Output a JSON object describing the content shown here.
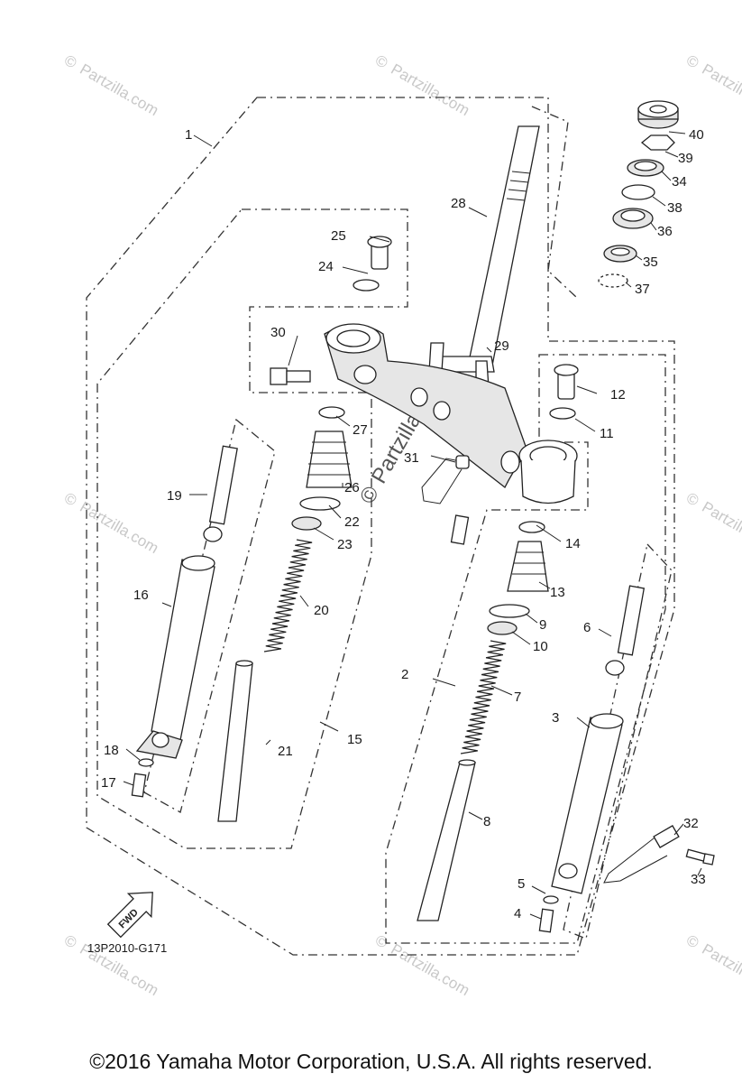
{
  "diagram": {
    "code": "13P2010-G171",
    "fwd_label": "FWD",
    "copyright": "©2016  Yamaha Motor Corporation, U.S.A. All rights reserved.",
    "watermark": "Partzilla.com",
    "watermark_symbol": "©",
    "callouts": {
      "c1": "1",
      "c2": "2",
      "c3": "3",
      "c4": "4",
      "c5": "5",
      "c6": "6",
      "c7": "7",
      "c8": "8",
      "c9": "9",
      "c10": "10",
      "c11": "11",
      "c12": "12",
      "c13": "13",
      "c14": "14",
      "c15": "15",
      "c16": "16",
      "c17": "17",
      "c18": "18",
      "c19": "19",
      "c20": "20",
      "c21": "21",
      "c22": "22",
      "c23": "23",
      "c24": "24",
      "c25": "25",
      "c26": "26",
      "c27": "27",
      "c28": "28",
      "c29": "29",
      "c30": "30",
      "c31": "31",
      "c32": "32",
      "c33": "33",
      "c34": "34",
      "c35": "35",
      "c36": "36",
      "c37": "37",
      "c38": "38",
      "c39": "39",
      "c40": "40"
    }
  }
}
